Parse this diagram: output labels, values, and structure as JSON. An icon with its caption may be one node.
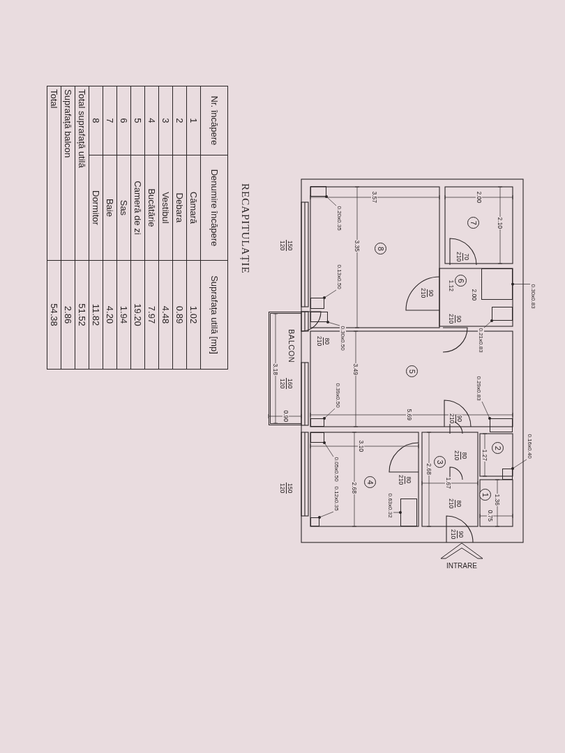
{
  "diagram": {
    "title": "RECAPITULAȚIE",
    "nodes": [
      {
        "text": [
          "1"
        ]
      },
      {
        "text": [
          "2"
        ]
      },
      {
        "text": [
          "3"
        ]
      },
      {
        "text": [
          "4"
        ]
      },
      {
        "text": [
          "5"
        ]
      },
      {
        "text": [
          "6"
        ]
      },
      {
        "text": [
          "7"
        ]
      },
      {
        "text": [
          "8"
        ]
      },
      {
        "text": [
          "BALCON"
        ]
      },
      {
        "text": [
          "0.30x0.83"
        ]
      },
      {
        "text": [
          "0.20x0.35"
        ]
      },
      {
        "text": [
          "0.13x0.50"
        ]
      },
      {
        "text": [
          "0.30x0.50"
        ]
      },
      {
        "text": [
          "0.21x0.83"
        ]
      },
      {
        "text": [
          "0.29x0.83"
        ]
      },
      {
        "text": [
          "0.39x0.50"
        ]
      },
      {
        "text": [
          "0.05x0.50"
        ]
      },
      {
        "text": [
          "0.12x0.35"
        ]
      },
      {
        "text": [
          "0.63x0.32"
        ]
      },
      {
        "text": [
          "0.16x0.40"
        ]
      },
      {
        "text": [],
        "shape": "box"
      },
      {
        "text": [],
        "shape": "box"
      },
      {
        "text": [],
        "shape": "box"
      },
      {
        "text": [],
        "shape": "box"
      },
      {
        "text": [],
        "shape": "box"
      },
      {
        "text": [],
        "shape": "box"
      },
      {
        "text": [],
        "shape": "box"
      },
      {
        "text": [],
        "shape": "box"
      },
      {
        "text": [],
        "shape": "box"
      },
      {
        "text": [],
        "shape": "box"
      },
      {
        "text": [],
        "shape": "box"
      }
    ],
    "edges": [
      {
        "from": 9,
        "to": 20,
        "arrow": "other"
      },
      {
        "from": 10,
        "to": 21,
        "arrow": "other"
      },
      {
        "from": 11,
        "to": 22,
        "arrow": "other"
      },
      {
        "from": 12,
        "to": 23,
        "arrow": "other"
      },
      {
        "from": 13,
        "to": 24,
        "arrow": "other"
      },
      {
        "from": 14,
        "to": 25,
        "arrow": "other"
      },
      {
        "from": 15,
        "to": 26,
        "arrow": "other"
      },
      {
        "from": 16,
        "to": 27,
        "arrow": "other"
      },
      {
        "from": 17,
        "to": 28,
        "arrow": "other"
      },
      {
        "from": 18,
        "to": 29,
        "arrow": "other"
      },
      {
        "from": 19,
        "to": 30,
        "arrow": "other"
      }
    ],
    "labels": [
      "3.57",
      "2.00",
      "2.10",
      "3.35",
      "70",
      "210",
      "1.12",
      "2.00",
      "90",
      "210",
      "90",
      "210",
      "150",
      "120",
      "80",
      "210",
      "3.49",
      "3.18",
      "160",
      "120",
      "0.90",
      "5.69",
      "90",
      "210",
      "3.10",
      "2.68",
      "80",
      "210",
      "2.68",
      "80",
      "210",
      "1.27",
      "1.67",
      "1.36",
      "80",
      "210",
      "0.75",
      "90",
      "210",
      "150",
      "120",
      "INTRARE",
      "Nr. încăpere",
      "Denumire încăpere",
      "Suprafața utilă [mp]",
      "1",
      "Cămară",
      "1.02",
      "2",
      "Debara",
      "0.89",
      "3",
      "Vestibul",
      "4.48",
      "4",
      "Bucătărie",
      "7.97",
      "5",
      "Cameră de zi",
      "19.20",
      "6",
      "Sas",
      "1.94",
      "7",
      "Baie",
      "4.20",
      "8",
      "Dormitor",
      "11.82",
      "Total suprafață utilă",
      "51.52",
      "Suprafață balcon",
      "2.86",
      "Total",
      "54.38"
    ]
  }
}
